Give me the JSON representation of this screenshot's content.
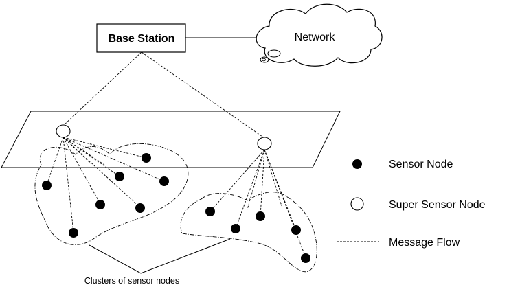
{
  "title": "",
  "base_station_label": "Base Station",
  "network_label": "Network",
  "clusters_caption": "Clusters of sensor nodes",
  "legend": {
    "sensor_node": "Sensor Node",
    "super_sensor_node": "Super Sensor Node",
    "message_flow": "Message Flow"
  },
  "colors": {
    "stroke": "#000000",
    "sensor_fill": "#000000",
    "super_fill": "#ffffff"
  }
}
